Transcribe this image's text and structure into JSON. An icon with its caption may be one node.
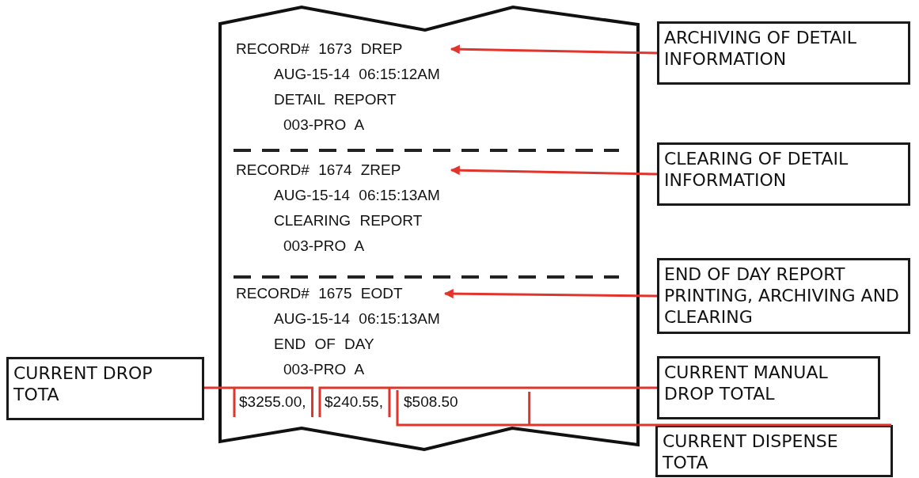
{
  "diagram": {
    "nodes": [
      {
        "text": [],
        "shape": "picture"
      },
      {
        "text": [
          "RECORD# 1673 DREP",
          "AUG-15-14 06:15:12AM",
          "DETAIL REPORT",
          "003-PRO A"
        ],
        "in": 0
      },
      {
        "text": [
          "RECORD# 1674 ZREP",
          "AUG-15-14 06:15:13AM",
          "CLEARING REPORT",
          "003-PRO A"
        ],
        "in": 0
      },
      {
        "text": [
          "RECORD# 1675 EODT",
          "AUG-15-14 06:15:13AM",
          "END OF DAY",
          "003-PRO A"
        ],
        "in": 0
      },
      {
        "text": [
          "$3255.00,"
        ],
        "in": 0
      },
      {
        "text": [
          "$240.55,"
        ],
        "in": 0
      },
      {
        "text": [
          "$508.50"
        ],
        "in": 0
      },
      {
        "text": [
          "ARCHIVING OF DETAIL INFORMATION"
        ]
      },
      {
        "text": [
          "CLEARING OF DETAIL INFORMATION"
        ]
      },
      {
        "text": [
          "END OF DAY REPORT PRINTING, ARCHIVING AND CLEARING"
        ]
      },
      {
        "text": [
          "CURRENT DROP TOTA"
        ]
      },
      {
        "text": [
          "CURRENT MANUAL DROP TOTAL"
        ]
      },
      {
        "text": [
          "CURRENT DISPENSE TOTA"
        ]
      }
    ],
    "edges": [
      {
        "from": 7,
        "to": 1,
        "arrow": "to"
      },
      {
        "from": 8,
        "to": 2,
        "arrow": "to"
      },
      {
        "from": 9,
        "to": 3,
        "arrow": "to"
      },
      {
        "from": 10,
        "to": 4,
        "arrow": "none"
      },
      {
        "from": 11,
        "to": 5,
        "arrow": "none"
      },
      {
        "from": 12,
        "to": 6,
        "arrow": "none"
      }
    ]
  }
}
